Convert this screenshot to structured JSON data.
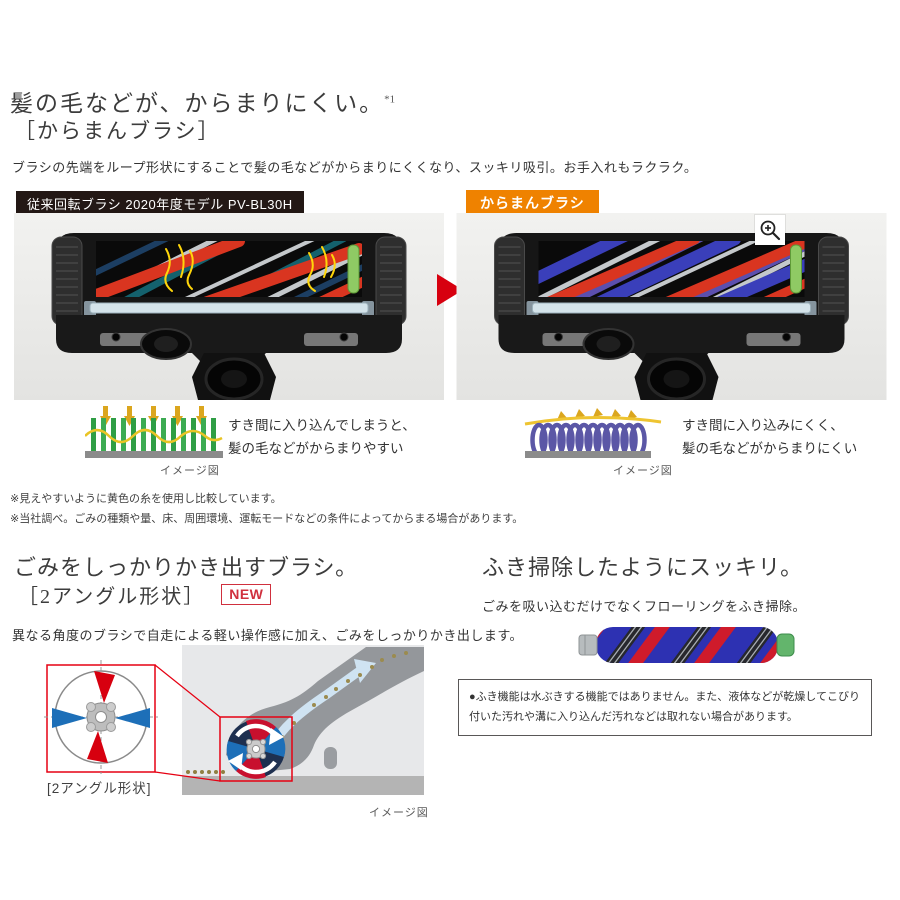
{
  "intro": {
    "title": "髪の毛などが、からまりにくい。",
    "title_note": "*1",
    "subtitle": "［からまんブラシ］",
    "lead": "ブラシの先端をループ形状にすることで髪の毛などがからまりにくくなり、スッキリ吸引。お手入れもラクラク。"
  },
  "compare": {
    "before": {
      "label": "従来回転ブラシ 2020年度モデル PV-BL30H",
      "caption": "イメージ図",
      "desc1": "すき間に入り込んでしまうと、",
      "desc2": "髪の毛などがからまりやすい"
    },
    "after": {
      "label": "からまんブラシ",
      "caption": "イメージ図",
      "desc1": "すき間に入り込みにくく、",
      "desc2": "髪の毛などがからまりにくい"
    },
    "footnotes": [
      "※見えやすいように黄色の糸を使用し比較しています。",
      "※当社調べ。ごみの種類や量、床、周囲環境、運転モードなどの条件によってからまる場合があります。"
    ]
  },
  "brush_section": {
    "title": "ごみをしっかりかき出すブラシ。",
    "subtitle": "［2アングル形状］",
    "badge": "NEW",
    "lead": "異なる角度のブラシで自走による軽い操作感に加え、ごみをしっかりかき出します。",
    "diagram_label": "[2アングル形状]",
    "caption": "イメージ図"
  },
  "wipe_section": {
    "title": "ふき掃除したようにスッキリ。",
    "lead": "ごみを吸い込むだけでなくフローリングをふき掃除。",
    "note": "●ふき機能は水ぶきする機能ではありません。また、液体などが乾燥してこびり付いた汚れや溝に入り込んだ汚れなどは取れない場合があります。"
  },
  "icons": {
    "zoom": "magnifier-plus",
    "arrow": "red-right-triangle"
  },
  "colors": {
    "label_dark": "#231815",
    "label_orange": "#ef8200",
    "arrow_red": "#d7000f",
    "new_red": "#d0303e",
    "callout_red": "#e60012",
    "blade_blue": "#1d6fb8",
    "loop_purple": "#5b57a6",
    "bristle_green": "#35a048",
    "hair_yellow": "#e9c425"
  }
}
